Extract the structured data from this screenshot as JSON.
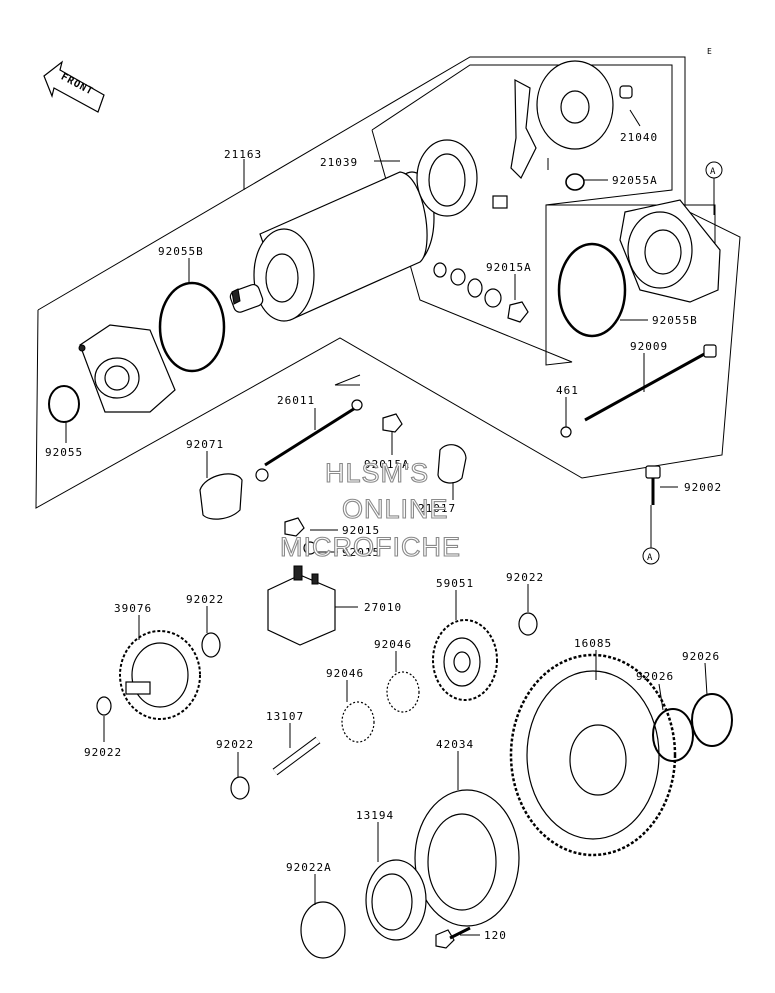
{
  "front_label": "FRONT",
  "corner_mark": "E",
  "watermark": [
    "HLSM'S",
    "ONLINE",
    "MICROFICHE"
  ],
  "ref_marker": "A",
  "parts": [
    {
      "id": "21163",
      "label": "21163"
    },
    {
      "id": "21039",
      "label": "21039"
    },
    {
      "id": "21040",
      "label": "21040"
    },
    {
      "id": "92055A",
      "label": "92055A"
    },
    {
      "id": "92055B_left",
      "label": "92055B"
    },
    {
      "id": "92015A_top",
      "label": "92015A"
    },
    {
      "id": "92055B_right",
      "label": "92055B"
    },
    {
      "id": "92009",
      "label": "92009"
    },
    {
      "id": "461",
      "label": "461"
    },
    {
      "id": "92055",
      "label": "92055"
    },
    {
      "id": "26011",
      "label": "26011"
    },
    {
      "id": "92071",
      "label": "92071"
    },
    {
      "id": "92015A_mid",
      "label": "92015A"
    },
    {
      "id": "21017",
      "label": "21017"
    },
    {
      "id": "92002",
      "label": "92002"
    },
    {
      "id": "92015_a",
      "label": "92015"
    },
    {
      "id": "92015_b",
      "label": "92015"
    },
    {
      "id": "27010",
      "label": "27010"
    },
    {
      "id": "59051",
      "label": "59051"
    },
    {
      "id": "92022_top",
      "label": "92022"
    },
    {
      "id": "39076",
      "label": "39076"
    },
    {
      "id": "92022_left",
      "label": "92022"
    },
    {
      "id": "92046_a",
      "label": "92046"
    },
    {
      "id": "92046_b",
      "label": "92046"
    },
    {
      "id": "16085",
      "label": "16085"
    },
    {
      "id": "92026_a",
      "label": "92026"
    },
    {
      "id": "92026_b",
      "label": "92026"
    },
    {
      "id": "92022_bl",
      "label": "92022"
    },
    {
      "id": "13107",
      "label": "13107"
    },
    {
      "id": "92022_mid",
      "label": "92022"
    },
    {
      "id": "42034",
      "label": "42034"
    },
    {
      "id": "13194",
      "label": "13194"
    },
    {
      "id": "92022A",
      "label": "92022A"
    },
    {
      "id": "120",
      "label": "120"
    }
  ]
}
